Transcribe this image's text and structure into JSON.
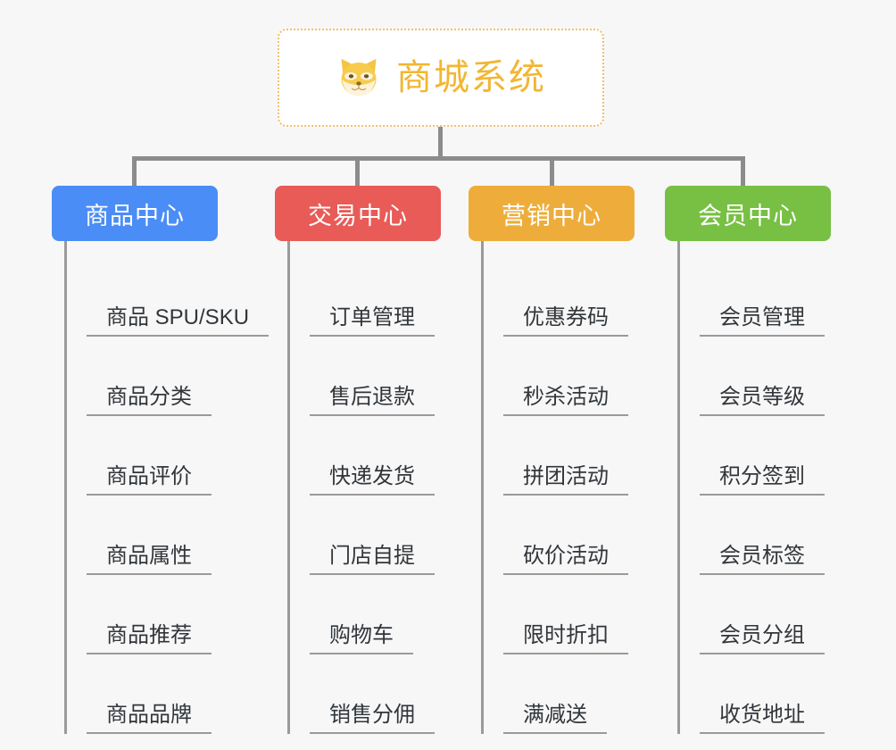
{
  "root": {
    "title": "商城系统",
    "logo_icon": "shiba-dog-icon",
    "border_color": "#f0c06a",
    "title_color": "#f2b632",
    "background": "#ffffff"
  },
  "canvas": {
    "background": "#f7f7f7",
    "connector_color": "#8c8c8c"
  },
  "columns": [
    {
      "id": "product-center",
      "label": "商品中心",
      "color": "#4a8df6",
      "items": [
        "商品 SPU/SKU",
        "商品分类",
        "商品评价",
        "商品属性",
        "商品推荐",
        "商品品牌"
      ]
    },
    {
      "id": "trade-center",
      "label": "交易中心",
      "color": "#e85b57",
      "items": [
        "订单管理",
        "售后退款",
        "快递发货",
        "门店自提",
        "购物车",
        "销售分佣"
      ]
    },
    {
      "id": "marketing-center",
      "label": "营销中心",
      "color": "#eead3b",
      "items": [
        "优惠券码",
        "秒杀活动",
        "拼团活动",
        "砍价活动",
        "限时折扣",
        "满减送"
      ]
    },
    {
      "id": "member-center",
      "label": "会员中心",
      "color": "#77c043",
      "items": [
        "会员管理",
        "会员等级",
        "积分签到",
        "会员标签",
        "会员分组",
        "收货地址"
      ]
    }
  ]
}
